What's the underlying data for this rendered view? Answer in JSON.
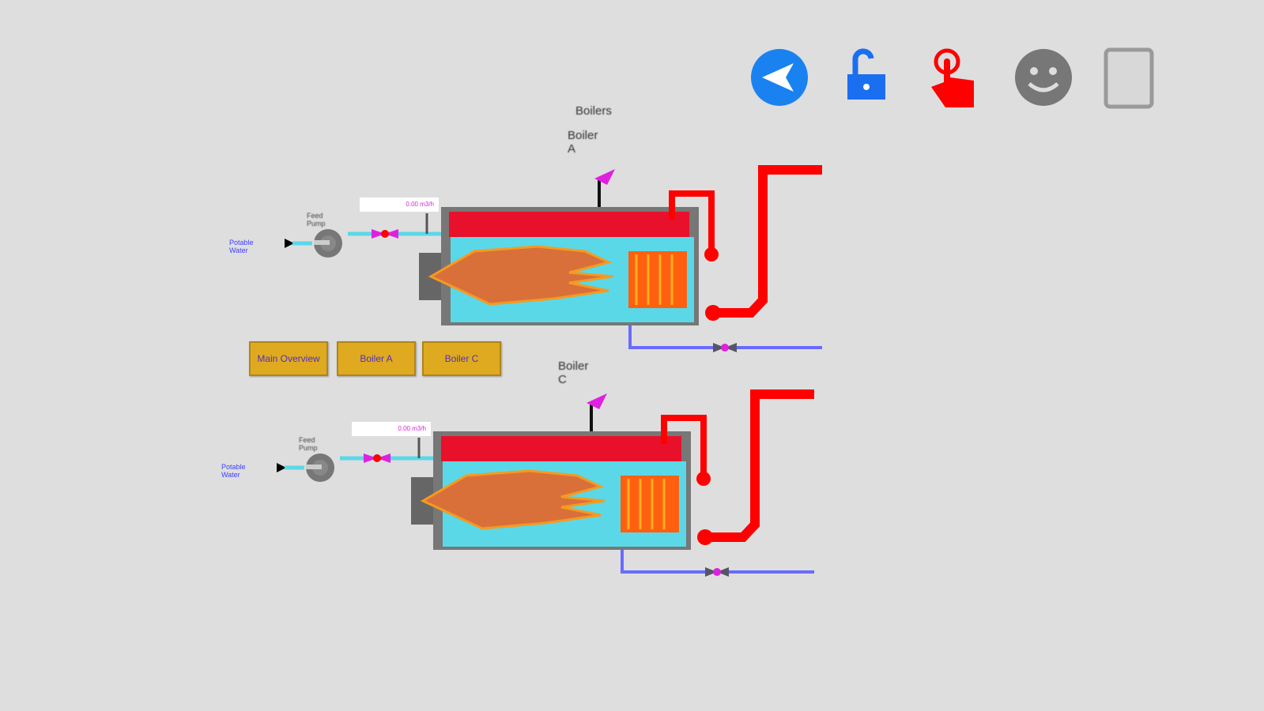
{
  "toolbar": {
    "icons": [
      {
        "name": "navigate-back-icon",
        "color": "#1a82f0"
      },
      {
        "name": "unlock-icon",
        "color": "#1a6ff0"
      },
      {
        "name": "touch-icon",
        "color": "#ff0000"
      },
      {
        "name": "smiley-icon",
        "color": "#777777"
      },
      {
        "name": "tablet-icon",
        "color": "#9a9a9a"
      }
    ]
  },
  "header": {
    "title": "Boilers"
  },
  "boilers": [
    {
      "title": "Boiler A",
      "pump_label": "Feed Pump",
      "source_label": "Potable Water",
      "flow_readout": "0.00 m3/h"
    },
    {
      "title": "Boiler C",
      "pump_label": "Feed Pump",
      "source_label": "Potable Water",
      "flow_readout": "0.00 m3/h"
    }
  ],
  "nav": {
    "buttons": [
      "Main Overview",
      "Boiler A",
      "Boiler C"
    ]
  },
  "colors": {
    "steam": "#ff0000",
    "water": "#5ad8e8",
    "return": "#6a6aff",
    "valve": "#e020e0",
    "button": "#e0aa20"
  }
}
